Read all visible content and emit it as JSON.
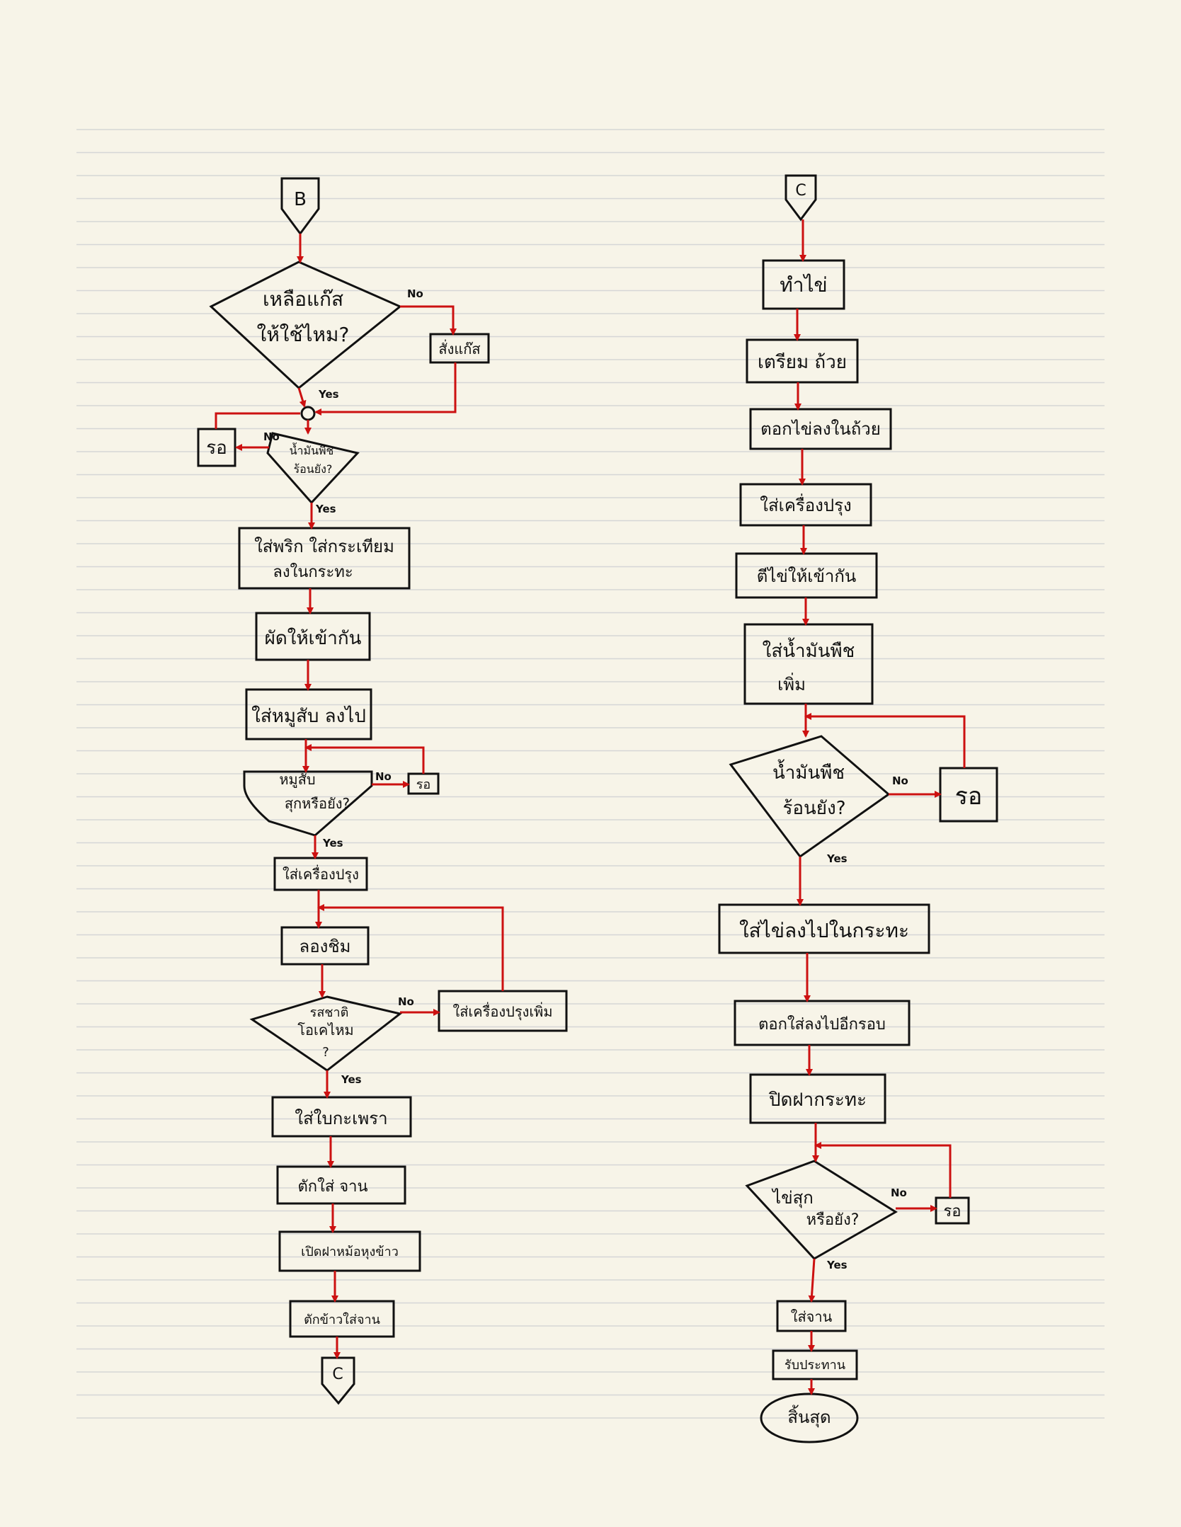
{
  "colors": {
    "paper": "#f7f4e8",
    "rule": "#d6d6d6",
    "stroke": "#111111",
    "arrow": "#cc1111"
  },
  "labels": {
    "yes": "Yes",
    "no": "No"
  },
  "left": {
    "start": "B",
    "gas_check": [
      "เหลือแก๊ส",
      "ให้ใช้ไหม?"
    ],
    "order_gas": "สั่งแก๊ส",
    "wait1": "รอ",
    "oil_hot": [
      "น้ำมันพืช",
      "ร้อนยัง?"
    ],
    "add_chili": [
      "ใส่พริก ใส่กระเทียม",
      "ลงในกระทะ"
    ],
    "stir": "ผัดให้เข้ากัน",
    "add_pork": "ใส่หมูสับ ลงไป",
    "pork_cooked": [
      "หมูสับ",
      "สุกหรือยัง?"
    ],
    "wait2": "รอ",
    "season": "ใส่เครื่องปรุง",
    "taste": "ลองชิม",
    "taste_ok": [
      "รสชาติ",
      "โอเคไหม",
      "?"
    ],
    "more_season": "ใส่เครื่องปรุงเพิ่ม",
    "basil": "ใส่ใบกะเพรา",
    "plate": "ตักใส่ จาน",
    "rice_cooker": "เปิดฝาหม้อหุงข้าว",
    "rice": "ตักข้าวใส่จาน",
    "connector_c": "C"
  },
  "right": {
    "start": "C",
    "egg": "ทำไข่",
    "bowl": "เตรียม ถ้วย",
    "crack": "ตอกไข่ลงในถ้วย",
    "season": "ใส่เครื่องปรุง",
    "beat": "ตีไข่ให้เข้ากัน",
    "oil": [
      "ใส่น้ำมันพืช",
      "เพิ่ม"
    ],
    "oil_hot": [
      "น้ำมันพืช",
      "ร้อนยัง?"
    ],
    "wait1": "รอ",
    "egg_in_pan": "ใส่ไข่ลงไปในกระทะ",
    "crack_rice": "ตอกใส่ลงไปอีกรอบ",
    "lid": "ปิดฝากระทะ",
    "egg_done": [
      "ไข่สุก",
      "หรือยัง?"
    ],
    "wait2": "รอ",
    "serve": "ใส่จาน",
    "eat": "รับประทาน",
    "end": "สิ้นสุด"
  }
}
